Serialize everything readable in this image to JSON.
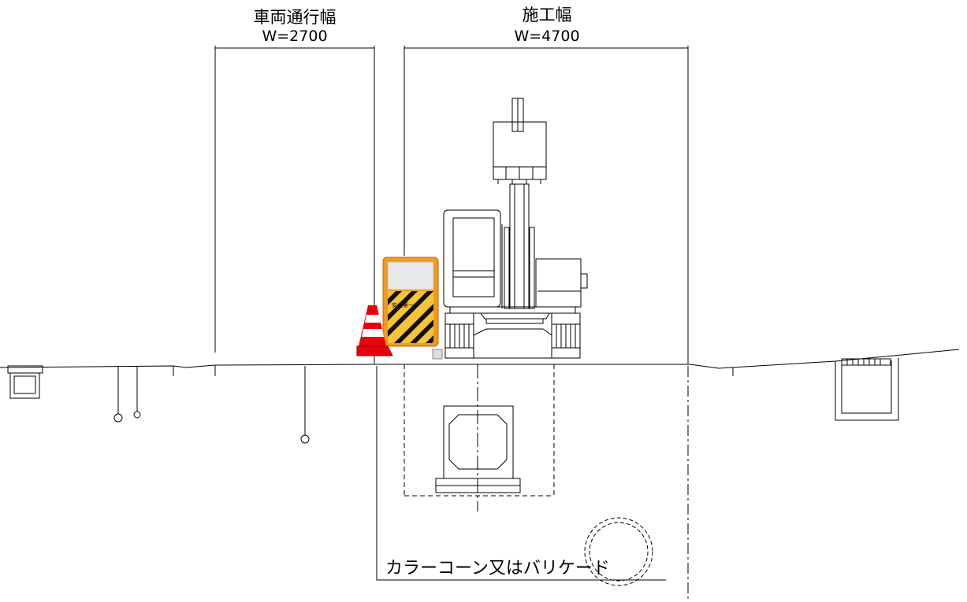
{
  "dimensions": {
    "vehicle_width_title": "車両通行幅",
    "vehicle_width_value": "W=2700",
    "work_width_title": "施工幅",
    "work_width_value": "W=4700"
  },
  "callout": {
    "label": "カラーコーン又はバリケード"
  },
  "barricade": {
    "sign_text": "安全第一"
  },
  "colors": {
    "line": "#000000",
    "cone_red": "#e8000b",
    "barricade_orange": "#f39a1e",
    "stripe_black": "#111111"
  }
}
